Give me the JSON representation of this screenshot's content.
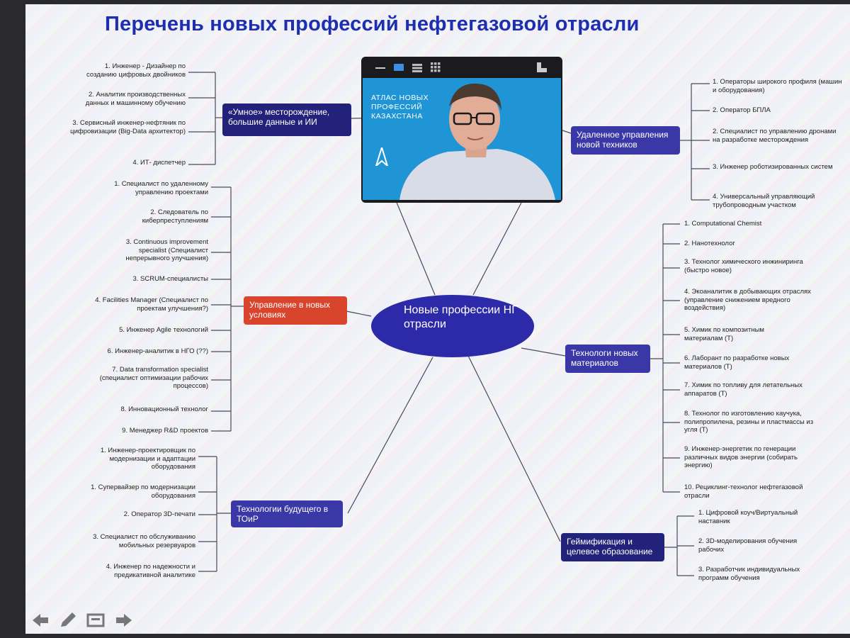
{
  "slide": {
    "title": "Перечень новых профессий нефтегазовой отрасли",
    "center_label": "Новые профессии НГ отрасли"
  },
  "video": {
    "atlas_text": "АТЛАС НОВЫХ ПРОФЕССИЙ КАЗАХСТАНА",
    "bg_color": "#1f95d6",
    "toolbar_icons": [
      "minimize-icon",
      "speaker-view-icon",
      "list-view-icon",
      "gallery-grid-icon",
      "fullscreen-corner-icon"
    ]
  },
  "categories": {
    "smart_field": {
      "label": "«Умное» месторождение, большие данные и ИИ",
      "items": [
        "1. Инженер - Дизайнер по созданию цифровых двойников",
        "2. Аналитик производственных данных и машинному обучению",
        "3. Сервисный инженер-нефтяник по цифровизации (Big-Data архитектор)",
        "4. ИТ- диспетчер"
      ]
    },
    "management": {
      "label": "Управление в новых условиях",
      "items": [
        "1. Специалист по удаленному управлению проектами",
        "2. Следователь по киберпреступлениям",
        "3. Continuous improvement specialist (Специалист непрерывного улучшения)",
        "3. SCRUM-специалисты",
        "4. Facilities Manager (Специалист по проектам улучшения?)",
        "5. Инженер Agile технологий",
        "6. Инженер-аналитик в НГО (??)",
        "7. Data transformation specialist (специалист оптимизации рабочих процессов)",
        "8. Инновационный технолог",
        "9. Менеджер R&D проектов"
      ]
    },
    "future_tech": {
      "label": "Технологии будущего в ТОиР",
      "items": [
        "1. Инженер-проектировщик по модернизации и адаптации оборудования",
        "1. Супервайзер по модернизации оборудования",
        "2. Оператор 3D-печати",
        "3. Специалист по обслуживанию мобильных резервуаров",
        "4. Инженер по надежности и предикативной аналитике"
      ]
    },
    "remote_control": {
      "label": "Удаленное управления новой техников",
      "items": [
        "1. Операторы широкого профиля (машин и оборудования)",
        "2. Оператор БПЛА",
        "2. Специалист по управлению дронами на разработке месторождения",
        "3. Инженер роботизированных систем",
        "4. Универсальный управляющий трубопроводным участком"
      ]
    },
    "new_materials": {
      "label": "Технологи новых материалов",
      "items": [
        "1. Computational Chemist",
        "2. Нанотехнолог",
        "3. Технолог химического инжиниринга (быстро новое)",
        "4. Экоаналитик в добывающих отраслях (управление снижением вредного воздействия)",
        "5. Химик по композитным материалам (Т)",
        "6. Лаборант по разработке новых материалов (Т)",
        "7. Химик по топливу для летательных аппаратов (Т)",
        "8. Технолог по изготовлению каучука, полипропилена, резины и пластмассы из угля (Т)",
        "9. Инженер-энергетик по генерации различных видов энергии (собирать энергию)",
        "10. Рециклинг-технолог нефтегазовой отрасли"
      ]
    },
    "gamification": {
      "label": "Геймификация и целевое образование",
      "items": [
        "1. Цифровой коуч/Виртуальный наставник",
        "2. 3D-моделирования обучения рабочих",
        "3. Разработчик индивидуальных программ обучения"
      ]
    }
  },
  "colors": {
    "title": "#1d2fb0",
    "category": "#3a37a6",
    "category_red": "#d9452c",
    "center": "#2c2aa8"
  },
  "bottom_toolbar": [
    "back-arrow-icon",
    "pen-icon",
    "slides-icon",
    "forward-arrow-icon"
  ]
}
